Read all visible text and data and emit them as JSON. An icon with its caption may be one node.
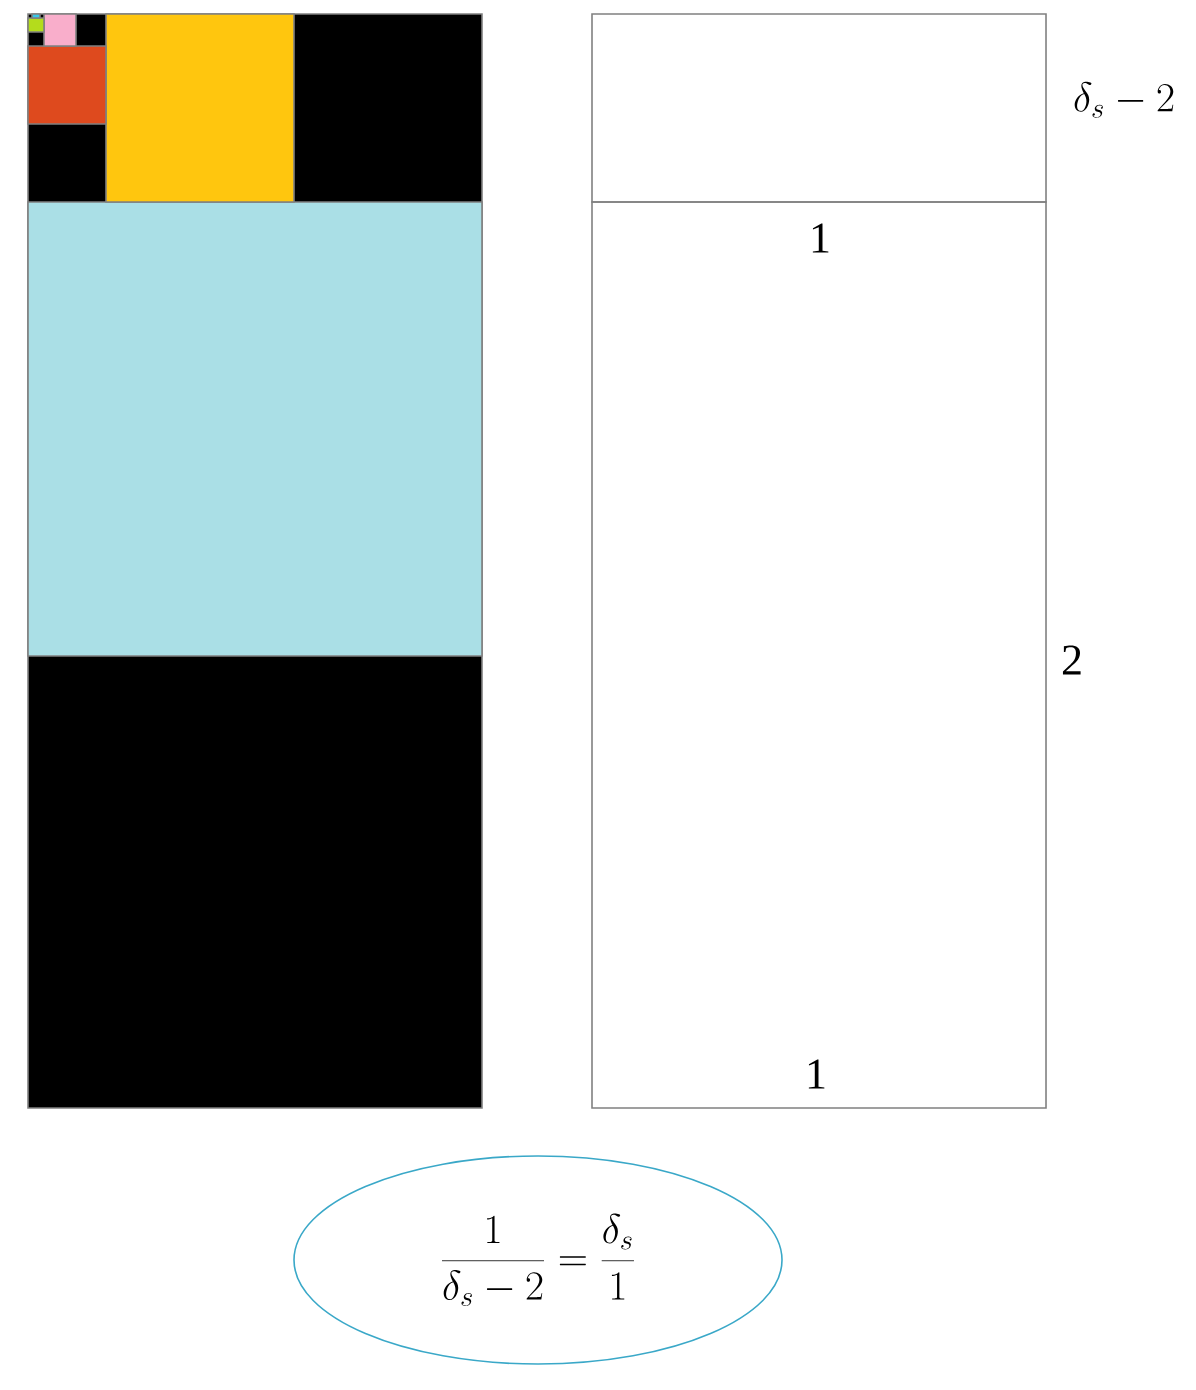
{
  "diagram": {
    "nodes": [
      {
        "text": [],
        "shape": "box",
        "beside": [
          "\\delta_s - 2"
        ]
      },
      {
        "text": [
          "1",
          "1"
        ],
        "beside": [
          "2"
        ]
      },
      {
        "text": [
          "\\frac{1}{\\delta_s - 2} = \\frac{\\delta_s}{1}"
        ]
      }
    ]
  }
}
